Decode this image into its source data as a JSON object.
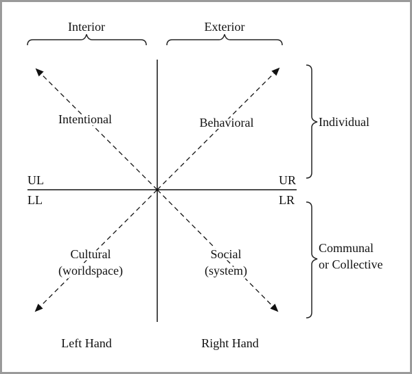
{
  "top_labels": {
    "interior": "Interior",
    "exterior": "Exterior"
  },
  "quadrants": {
    "upper_left": "Intentional",
    "upper_right": "Behavioral",
    "lower_left": {
      "line1": "Cultural",
      "line2": "(worldspace)"
    },
    "lower_right": {
      "line1": "Social",
      "line2": "(system)"
    }
  },
  "corner_labels": {
    "ul": "UL",
    "ll": "LL",
    "ur": "UR",
    "lr": "LR"
  },
  "side_labels": {
    "individual": "Individual",
    "communal": {
      "line1": "Communal",
      "line2": "or Collective"
    }
  },
  "bottom_labels": {
    "left_hand": "Left Hand",
    "right_hand": "Right Hand"
  }
}
